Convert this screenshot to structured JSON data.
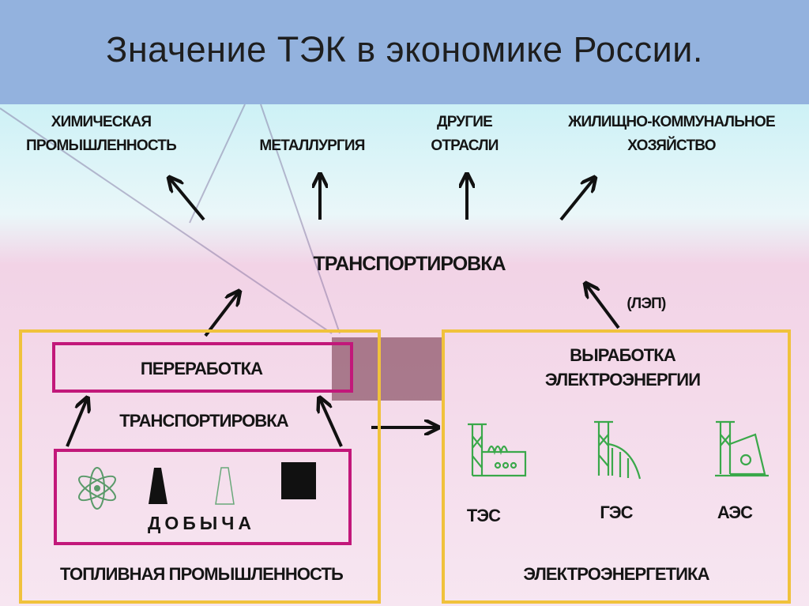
{
  "slide": {
    "title": "Значение ТЭК в экономике России."
  },
  "diagram": {
    "consumers": [
      {
        "line1": "ХИМИЧЕСКАЯ",
        "line2": "ПРОМЫШЛЕННОСТЬ"
      },
      {
        "line1": "",
        "line2": "МЕТАЛЛУРГИЯ"
      },
      {
        "line1": "ДРУГИЕ",
        "line2": "ОТРАСЛИ"
      },
      {
        "line1": "ЖИЛИЩНО-КОММУНАЛЬНОЕ",
        "line2": "ХОЗЯЙСТВО"
      }
    ],
    "transport_main": "ТРАНСПОРТИРОВКА",
    "power_lines": "(ЛЭП)",
    "fuel_industry": {
      "title": "ТОПЛИВНАЯ ПРОМЫШЛЕННОСТЬ",
      "processing": "ПЕРЕРАБОТКА",
      "transport": "ТРАНСПОРТИРОВКА",
      "extraction": "ДОБЫЧА",
      "resource_icons": [
        "atom-icon",
        "oil-icon",
        "gas-icon",
        "coal-icon"
      ]
    },
    "power_industry": {
      "title": "ЭЛЕКТРОЭНЕРГЕТИКА",
      "generation_line1": "ВЫРАБОТКА",
      "generation_line2": "ЭЛЕКТРОЭНЕРГИИ",
      "plants": [
        "ТЭС",
        "ГЭС",
        "АЭС"
      ]
    },
    "colors": {
      "frame": "#f0c23c",
      "inner_box": "#c2187a",
      "plant_icon": "#3aa84a"
    }
  }
}
